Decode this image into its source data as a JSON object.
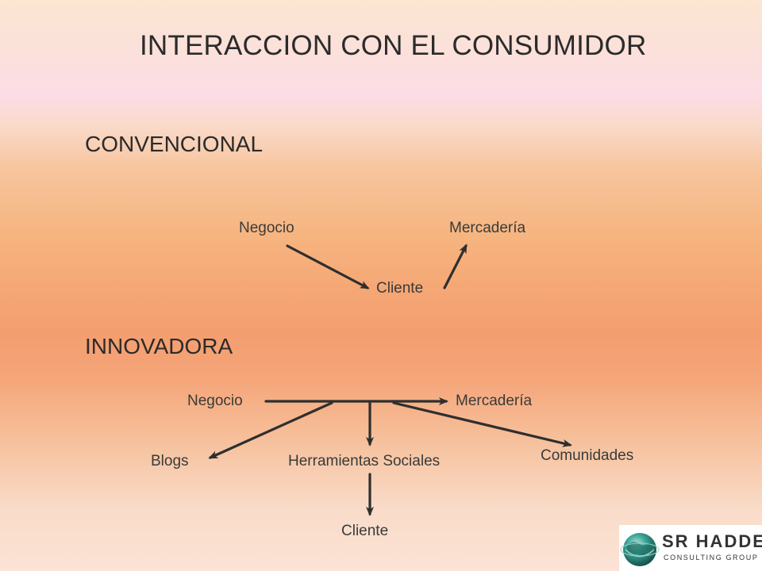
{
  "title": "INTERACCION CON EL CONSUMIDOR",
  "conventional": {
    "heading": "CONVENCIONAL",
    "nodes": {
      "business": "Negocio",
      "merchandise": "Mercadería",
      "client": "Cliente"
    }
  },
  "innovative": {
    "heading": "INNOVADORA",
    "nodes": {
      "business": "Negocio",
      "merchandise": "Mercadería",
      "blogs": "Blogs",
      "social_tools": "Herramientas Sociales",
      "communities": "Comunidades",
      "client": "Cliente"
    }
  },
  "logo": {
    "name": "SR HADDEN",
    "subtitle": "CONSULTING GROUP"
  },
  "colors": {
    "text": "#2b2b2b",
    "arrow": "#2f2f2f",
    "logo_text": "#333333",
    "globe": "#2a9a8a"
  }
}
